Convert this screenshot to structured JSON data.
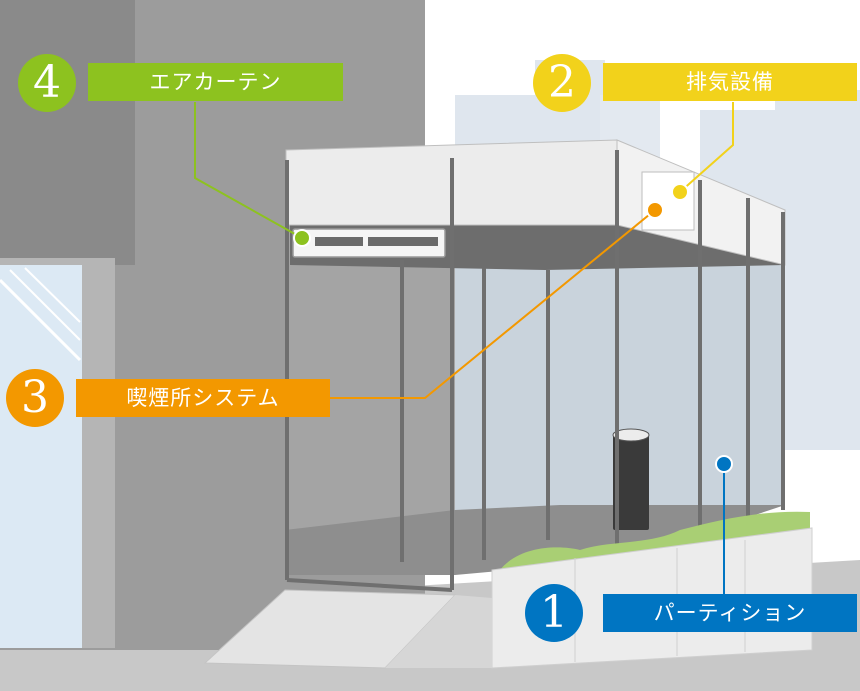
{
  "callouts": [
    {
      "number": "4",
      "label": "エアカーテン",
      "color": "#8dc21f"
    },
    {
      "number": "2",
      "label": "排気設備",
      "color": "#f2d21b"
    },
    {
      "number": "3",
      "label": "喫煙所システム",
      "color": "#f39800"
    },
    {
      "number": "1",
      "label": "パーティション",
      "color": "#0075c2"
    }
  ]
}
